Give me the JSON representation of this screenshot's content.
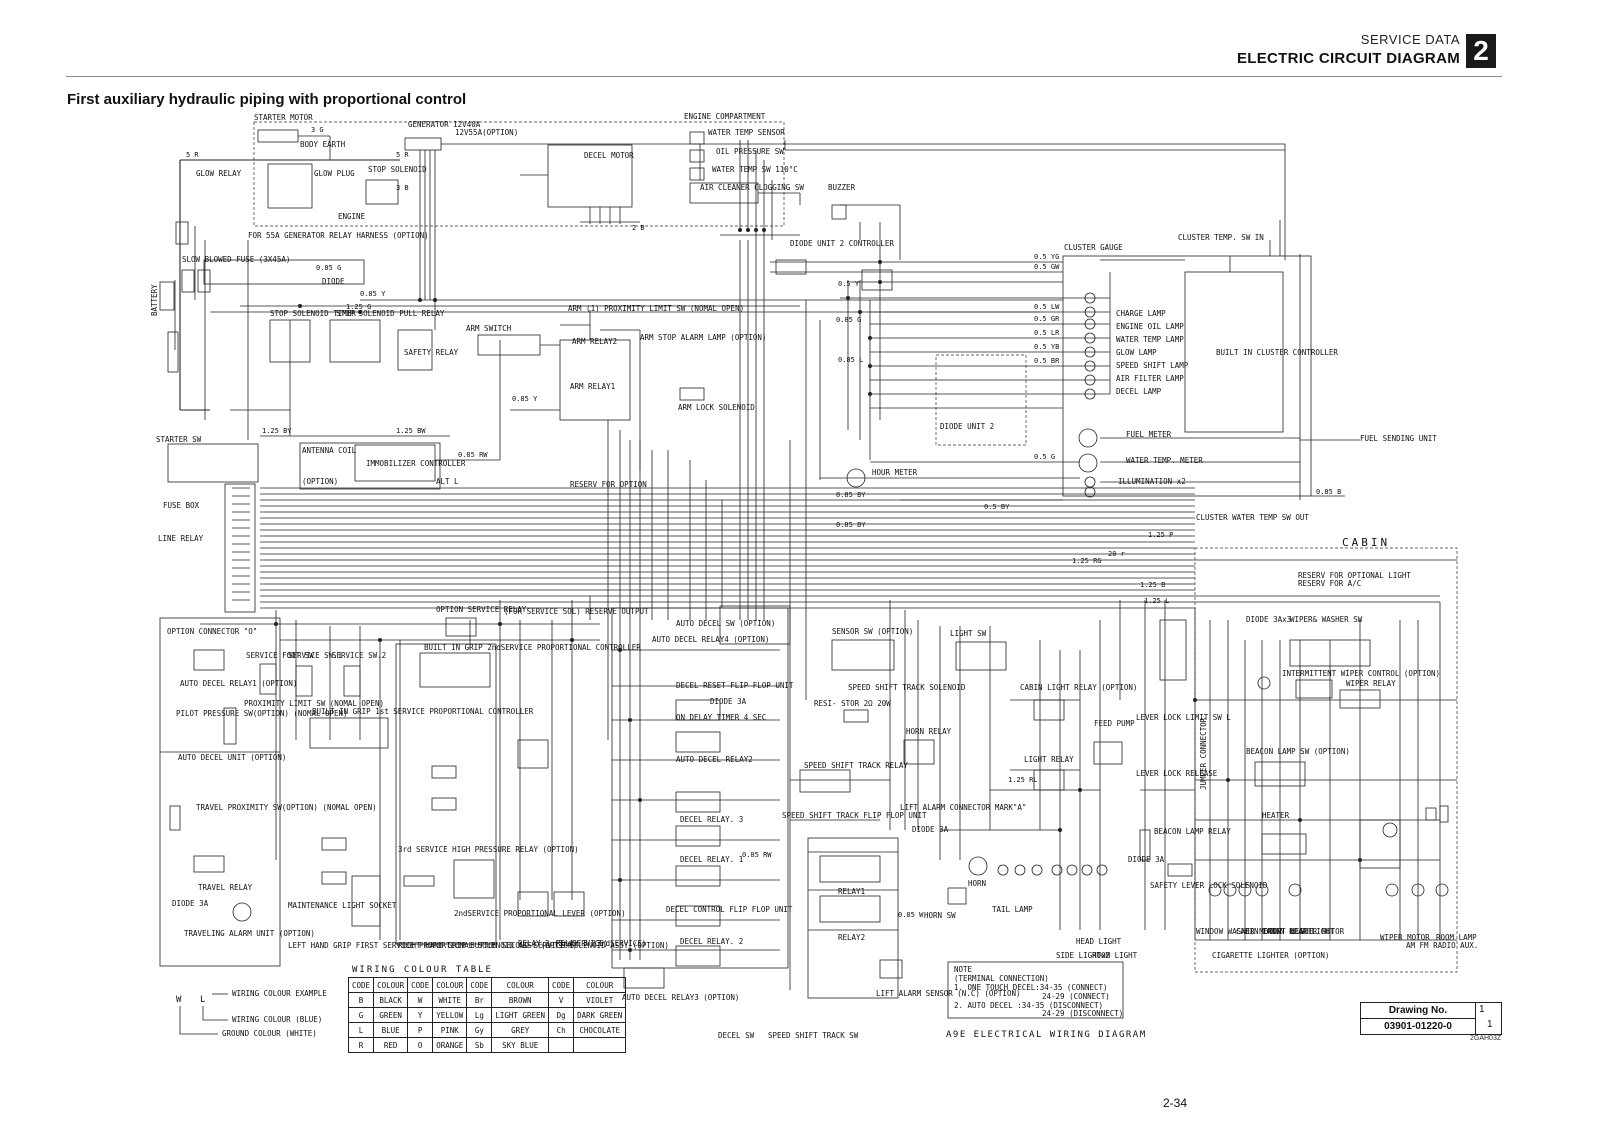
{
  "header": {
    "subtitle": "SERVICE DATA",
    "title": "ELECTRIC CIRCUIT DIAGRAM",
    "badge": "2"
  },
  "section_title": "First auxiliary hydraulic piping with proportional control",
  "page_number": "2-34",
  "diagram": {
    "title": "A9E ELECTRICAL WIRING DIAGRAM",
    "top_labels": {
      "starter_motor": "STARTER MOTOR",
      "generator": "GENERATOR 12V40A",
      "generator_option": "12V55A(OPTION)",
      "engine_compartment": "ENGINE COMPARTMENT",
      "body_earth": "BODY EARTH",
      "glow_plug": "GLOW PLUG",
      "glow_relay": "GLOW RELAY",
      "stop_solenoid": "STOP SOLENOID",
      "engine": "ENGINE",
      "decel_motor": "DECEL MOTOR",
      "water_temp_sensor": "WATER TEMP SENSOR",
      "oil_pressure_sw": "OIL PRESSURE SW",
      "water_temp_sw": "WATER TEMP SW 110°C",
      "air_cleaner": "AIR CLEANER CLOGGING SW",
      "buzzer": "BUZZER",
      "for_55a": "FOR 55A GENERATOR RELAY HARNESS (OPTION)",
      "slow_blowed_fuse": "SLOW BLOWED FUSE (3X45A)",
      "battery": "BATTERY",
      "diode": "DIODE",
      "diode_unit2": "DIODE UNIT 2 CONTROLLER",
      "cluster_gauge": "CLUSTER GAUGE",
      "cluster_temp_sw": "CLUSTER TEMP. SW IN",
      "built_in_cluster_controller": "BUILT IN CLUSTER CONTROLLER"
    },
    "mid_labels": {
      "stop_solenoid_timer": "STOP SOLENOID TIMER",
      "stop_solenoid_pull_relay": "STOP SOLENOID PULL RELAY",
      "safety_relay": "SAFETY RELAY",
      "arm_switch": "ARM SWITCH",
      "arm_proximity": "ARM (1) PROXIMITY LIMIT SW (NOMAL OPEN)",
      "arm_stop_alarm": "ARM STOP ALARM LAMP (OPTION)",
      "arm_relay2": "ARM RELAY2",
      "arm_relay1": "ARM RELAY1",
      "arm_lock_solenoid": "ARM LOCK SOLENOID",
      "starter_sw": "STARTER SW",
      "antenna_coil": "ANTENNA COIL",
      "immobilizer": "IMMOBILIZER CONTROLLER",
      "immobilizer_option": "(OPTION)",
      "alt_l": "ALT L",
      "reserv_for_option": "RESERV FOR OPTION",
      "fuse_box": "FUSE BOX",
      "line_relay": "LINE RELAY",
      "hour_meter": "HOUR METER",
      "diode_unit_2": "DIODE UNIT 2",
      "fuel_meter": "FUEL METER",
      "water_temp_meter": "WATER TEMP. METER",
      "illumination": "ILLUMINATION x2",
      "fuel_sending_unit": "FUEL SENDING UNIT",
      "cluster_water_temp_sw": "CLUSTER WATER TEMP SW OUT",
      "charge_lamp": "CHARGE LAMP",
      "engine_oil_lamp": "ENGINE OIL LAMP",
      "water_temp_lamp": "WATER TEMP LAMP",
      "glow_lamp": "GLOW LAMP",
      "speed_shift_lamp": "SPEED SHIFT LAMP",
      "air_filter_lamp": "AIR FILTER LAMP",
      "decel_lamp": "DECEL LAMP"
    },
    "lower_labels": {
      "cabin": "CABIN",
      "reserv_optional_light": "RESERV FOR OPTIONAL LIGHT",
      "reserv_ac": "RESERV FOR A/C",
      "option_connector": "OPTION CONNECTOR \"O\"",
      "service_foot_sw": "SERVICE FOOT SW",
      "service_sw1": "SERVICE SW.1",
      "service_sw2": "SERVICE SW.2",
      "auto_decel_relay1": "AUTO DECEL RELAY1 (OPTION)",
      "pilot_pressure_sw": "PILOT PRESSURE SW(OPTION) (NOMAL OPEN)",
      "proximity_limit_sw": "PROXIMITY LIMIT SW (NOMAL OPEN)",
      "auto_decel_unit": "AUTO DECEL UNIT (OPTION)",
      "built_in_grip_1st": "BUILT IN GRIP 1st SERVICE PROPORTIONAL CONTROLLER",
      "built_in_grip_2nd": "BUILT IN GRIP 2ndSERVICE PROPORTIONAL CONTROLLER",
      "travel_proximity": "TRAVEL PROXIMITY SW(OPTION) (NOMAL OPEN)",
      "travel_relay": "TRAVEL RELAY",
      "traveling_alarm": "TRAVELING ALARM UNIT (OPTION)",
      "diode_3a": "DIODE 3A",
      "maintenance_light": "MAINTENANCE LIGHT SOCKET",
      "left_grip": "LEFT HAND GRIP FIRST SERVICE PROPORTIONAL SOLENOID ASSY (OPTION)",
      "right_grip": "RIGHT HAND GRIP BUTTON SECOND SERVICE SOLENOID ASSY (OPTION)",
      "second_service_pressure_relay": "3rd SERVICE HIGH PRESSURE RELAY (OPTION)",
      "second_service_lever": "2ndSERVICE PROPORTIONAL LEVER (OPTION)",
      "relay2_3rd": "RELAY 2 (3rdSERVICE)",
      "relay3_3rd": "RELAY 3 (3rdSERVICE)",
      "auto_decel_sw": "AUTO DECEL SW (OPTION)",
      "auto_decel_relay4": "AUTO DECEL RELAY4 (OPTION)",
      "decel_reset_ff": "DECEL RESET FLIP FLOP UNIT",
      "diode_3a_b": "DIODE 3A",
      "on_delay_timer": "ON DELAY TIMER 4 SEC",
      "auto_decel_relay2": "AUTO DECEL RELAY2",
      "decel_relay3": "DECEL RELAY. 3",
      "decel_relay1": "DECEL RELAY. 1",
      "decel_control_ff": "DECEL CONTROL FLIP FLOP UNIT",
      "decel_relay2": "DECEL RELAY. 2",
      "auto_decel_relay3": "AUTO DECEL RELAY3 (OPTION)",
      "decel_sw": "DECEL SW",
      "speed_shift_track_sw": "SPEED SHIFT TRACK SW",
      "sensor_sw": "SENSOR SW (OPTION)",
      "resistor": "RESI- STOR 2Ω 20W",
      "speed_shift_track_solenoid": "SPEED SHIFT TRACK SOLENOID",
      "speed_shift_track_relay": "SPEED SHIFT TRACK RELAY",
      "speed_shift_track_ff": "SPEED SHIFT TRACK FLIP FLOP UNIT",
      "relay1": "RELAY1",
      "relay2": "RELAY2",
      "lift_alarm_sensor": "LIFT ALARM SENSOR (N.C) (OPTION)",
      "horn_relay": "HORN RELAY",
      "lift_alarm_connector": "LIFT ALARM CONNECTOR MARK\"A\"",
      "diode_3a_c": "DIODE 3A",
      "horn": "HORN",
      "horn_sw": "HORN SW",
      "light_sw": "LIGHT SW",
      "cabin_light_relay": "CABIN LIGHT RELAY (OPTION)",
      "light_relay": "LIGHT RELAY",
      "tail_lamp": "TAIL LAMP",
      "side_light": "SIDE LIGHTx2",
      "head_light": "HEAD LIGHT",
      "room_light": "ROOM LIGHT",
      "feed_pump": "FEED PUMP",
      "lever_lock_limit_sw": "LEVER LOCK LIMIT SW L",
      "lever_lock_release": "LEVER LOCK RELEASE",
      "jumper_connector": "JUMPER CONNECTOR",
      "beacon_lamp_relay": "BEACON LAMP RELAY",
      "diode_3a_d": "DIODE 3A",
      "safety_lever_lock": "SAFETY LEVER LOCK SOLENOID",
      "diode_3ax3": "DIODE 3Ax3",
      "wiper_washer_sw": "WIPER& WASHER SW",
      "intermittent_wiper": "INTERMITTENT WIPER CONTROL (OPTION)",
      "wiper_relay": "WIPER RELAY",
      "beacon_lamp_sw": "BEACON LAMP SW (OPTION)",
      "heater": "HEATER",
      "window_washer_motor": "WINDOW WASHER MOTOR",
      "cabin_front_light": "CABIN FRONT LIGHT",
      "cabin_rear_light": "CABIN REAR LIGHT",
      "heater_motor": "HEATER MOTOR",
      "cigarette_lighter": "CIGARETTE LIGHTER (OPTION)",
      "wiper_motor": "WIPER MOTOR",
      "am_fm_radio": "AM FM RADIO AUX.",
      "room_lamp": "ROOM LAMP",
      "reserve_for_service_sol": "(FOR SERVICE SOL) RESERVE OUTPUT",
      "option_service_relay": "OPTION SERVICE RELAY"
    },
    "note": {
      "heading": "NOTE",
      "sub": "(TERMINAL CONNECTION)",
      "line1": "1. ONE TOUCH DECEL:34-35 (CONNECT)",
      "line1b": "24-29 (CONNECT)",
      "line2": "2. AUTO DECEL      :34-35 (DISCONNECT)",
      "line2b": "24-29 (DISCONNECT)"
    },
    "wire_labels": [
      "3 G",
      "5 R",
      "5 R",
      "1.25 G",
      "0.85 G",
      "0.85 Y",
      "1.25 BY",
      "0.85 Y",
      "1.25 BW",
      "0.85 RW",
      "0.85 BY",
      "3 B",
      "0.5 YG",
      "0.5 GW",
      "0.5 LW",
      "0.5 GR",
      "0.5 LR",
      "0.5 YB",
      "0.5 BR",
      "0.5 G",
      "0.85 G",
      "0.85 L",
      "0.5 Y",
      "0.5 BY",
      "0.85 B",
      "1.25 P",
      "2 B",
      "20 r",
      "1.25 RG",
      "1.25 B",
      "0.85 W",
      "0.85 BY",
      "0.85 RW",
      "1.25 RL",
      "1.25 L"
    ]
  },
  "legend": {
    "w": "W",
    "l": "L",
    "example": "WIRING COLOUR EXAMPLE",
    "blue": "WIRING COLOUR (BLUE)",
    "white": "GROUND COLOUR (WHITE)"
  },
  "wiring_table": {
    "caption": "WIRING COLOUR TABLE",
    "headers": [
      "CODE",
      "COLOUR",
      "CODE",
      "COLOUR",
      "CODE",
      "COLOUR",
      "CODE",
      "COLOUR"
    ],
    "rows": [
      [
        "B",
        "BLACK",
        "W",
        "WHITE",
        "Br",
        "BROWN",
        "V",
        "VIOLET"
      ],
      [
        "G",
        "GREEN",
        "Y",
        "YELLOW",
        "Lg",
        "LIGHT GREEN",
        "Dg",
        "DARK GREEN"
      ],
      [
        "L",
        "BLUE",
        "P",
        "PINK",
        "Gy",
        "GREY",
        "Ch",
        "CHOCOLATE"
      ],
      [
        "R",
        "RED",
        "O",
        "ORANGE",
        "Sb",
        "SKY BLUE",
        "",
        ""
      ]
    ]
  },
  "drawing_no": {
    "label": "Drawing No.",
    "value": "03901-01220-0",
    "sheet": "1",
    "total": "1",
    "code": "2GAH03Z"
  }
}
